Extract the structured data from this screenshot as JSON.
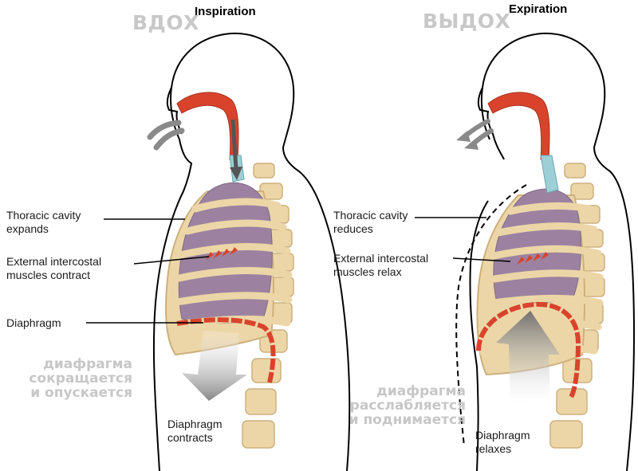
{
  "inspiration": {
    "title_ru": "ВДОХ",
    "title_en": "Inspiration",
    "label_cavity": "Thoracic cavity\nexpands",
    "label_muscles": "External intercostal\nmuscles  contract",
    "label_diaphragm": "Diaphragm",
    "label_bottom": "Diaphragm\ncontracts",
    "caption_ru": "диафрагма\nсокращается\nи опускается"
  },
  "expiration": {
    "title_ru": "ВЫДОХ",
    "title_en": "Expiration",
    "label_cavity": "Thoracic cavity\nreduces",
    "label_muscles": "External intercostal\nmuscles  relax",
    "label_bottom": "Diaphragm\nrelaxes",
    "caption_ru": "диафрагма\nрасслабляется\nи поднимается"
  },
  "colors": {
    "bone": "#ecd6a7",
    "bone_stroke": "#cdb07e",
    "lung": "#9c82a0",
    "airway": "#d9432c",
    "trachea": "#9ccfd6",
    "arrow": "#6f6f6f",
    "outline": "#000000"
  }
}
